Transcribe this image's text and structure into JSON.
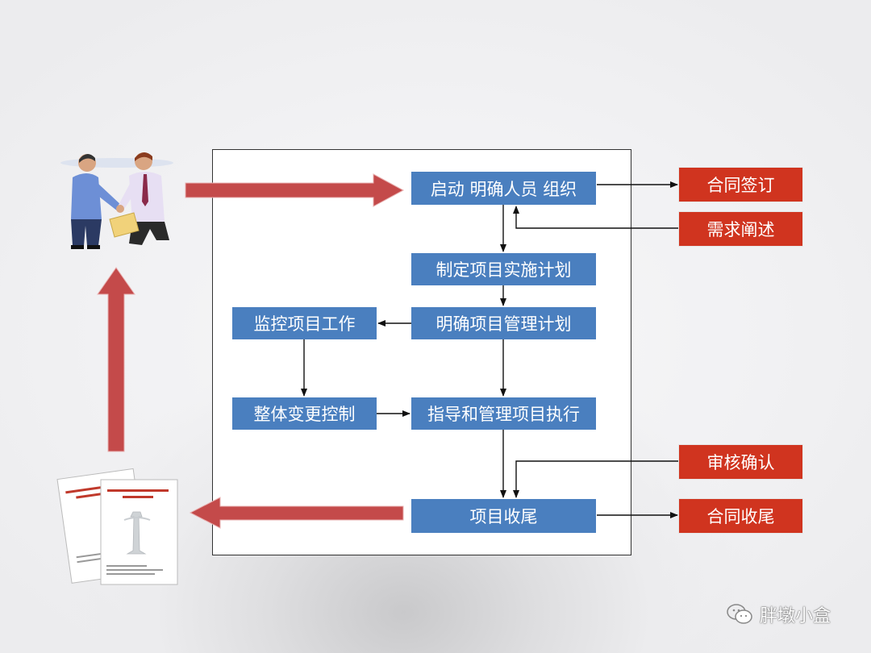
{
  "flow": {
    "start": "启动  明确人员 组织",
    "plan": "制定项目实施计划",
    "mgmt_plan": "明确项目管理计划",
    "monitor": "监控项目工作",
    "change": "整体变更控制",
    "execute": "指导和管理项目执行",
    "close": "项目收尾"
  },
  "side": {
    "contract_sign": "合同签订",
    "requirements": "需求阐述",
    "review": "审核确认",
    "contract_close": "合同收尾"
  },
  "colors": {
    "process_box": "#4a7fbf",
    "side_box": "#d0341f",
    "big_arrow": "#c44a4a"
  },
  "watermark": {
    "text": "胖墩小盒"
  }
}
